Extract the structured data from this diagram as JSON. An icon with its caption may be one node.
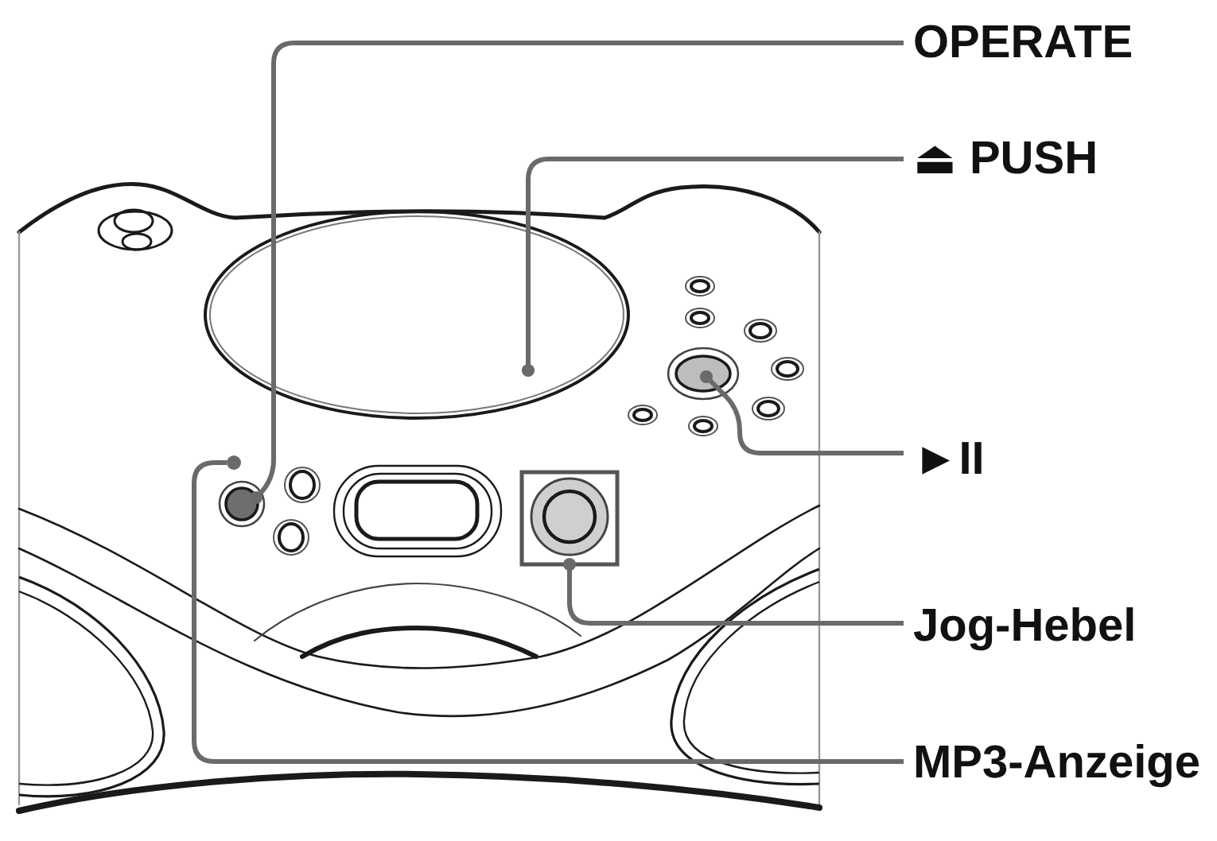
{
  "diagram": {
    "nodes": [
      {
        "text": [
          "OPERATE"
        ]
      },
      {
        "text": [
          "⏏ PUSH"
        ]
      },
      {
        "text": [
          "►II"
        ]
      },
      {
        "text": [
          "Jog-Hebel"
        ]
      },
      {
        "text": [
          "MP3-Anzeige"
        ]
      },
      {
        "text": [],
        "shape": "ellipse"
      },
      {
        "text": [],
        "shape": "circle"
      },
      {
        "text": [],
        "shape": "circle"
      },
      {
        "text": [],
        "shape": "circle"
      },
      {
        "text": [],
        "shape": "box"
      }
    ],
    "edges": [
      {
        "from": 0,
        "to": 8,
        "arrow": "other"
      },
      {
        "from": 1,
        "to": 5,
        "arrow": "other"
      },
      {
        "from": 2,
        "to": 6,
        "arrow": "other"
      },
      {
        "from": 3,
        "to": 9,
        "arrow": "other"
      },
      {
        "from": 4,
        "to": 7,
        "arrow": "none"
      }
    ]
  }
}
